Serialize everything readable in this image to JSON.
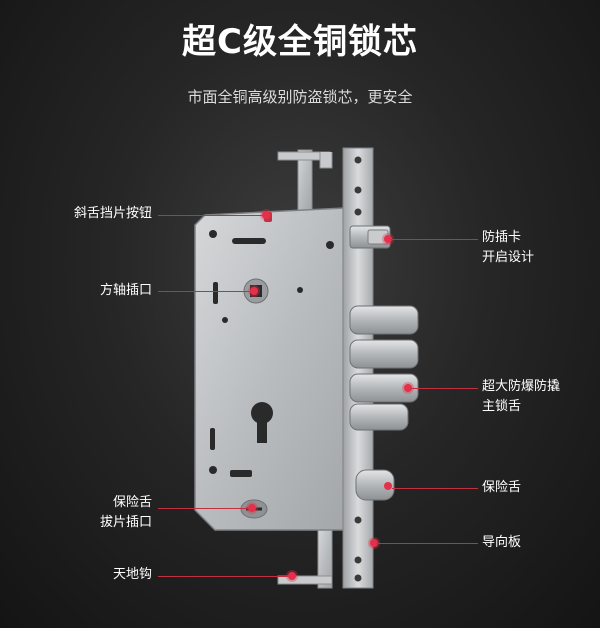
{
  "header": {
    "title": "超C级全铜锁芯",
    "subtitle": "市面全铜高级别防盗锁芯，更安全"
  },
  "callouts": {
    "slant_button": "斜舌挡片按钮",
    "axis_slot": "方轴插口",
    "safety_tongue": [
      "保险舌",
      "拔片插口"
    ],
    "sky_hook": "天地钩",
    "anti_card": [
      "防插卡",
      "开启设计"
    ],
    "main_tongue": [
      "超大防爆防撬",
      "主锁舌"
    ],
    "safety_latch": "保险舌",
    "guide_plate": "导向板"
  },
  "colors": {
    "accent": "#e4304a",
    "background": "#1c1c1c",
    "steel": "#bfc2c4"
  }
}
